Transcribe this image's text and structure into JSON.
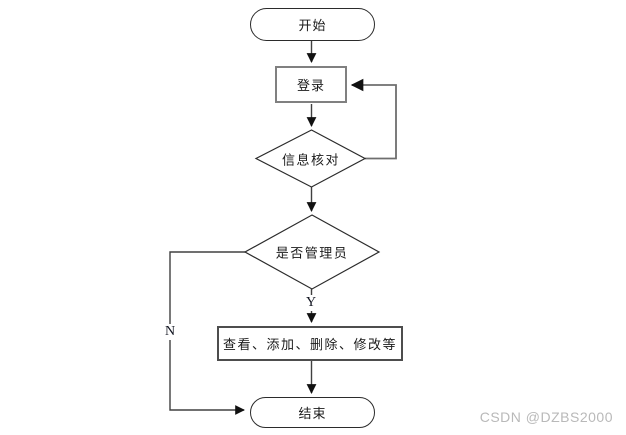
{
  "flowchart": {
    "nodes": {
      "start": {
        "label": "开始",
        "type": "terminator"
      },
      "login": {
        "label": "登录",
        "type": "process"
      },
      "verify": {
        "label": "信息核对",
        "type": "decision"
      },
      "is_admin": {
        "label": "是否管理员",
        "type": "decision"
      },
      "admin_actions": {
        "label": "查看、添加、删除、修改等",
        "type": "process"
      },
      "end": {
        "label": "结束",
        "type": "terminator"
      }
    },
    "branch_labels": {
      "yes": "Y",
      "no": "N"
    },
    "edges": [
      "start -> login",
      "login -> verify",
      "verify -> login (feedback loop)",
      "verify -> is_admin",
      "is_admin -Y-> admin_actions",
      "is_admin -N-> end",
      "admin_actions -> end"
    ]
  },
  "watermark": {
    "text": "CSDN @DZBS2000",
    "color": "#b9b9b9"
  },
  "colors": {
    "background": "#ffffff",
    "shape_outline": "#2b2b2b",
    "process_border_gray": "#808080",
    "connector": "#404040",
    "arrowhead": "#111111",
    "text": "#1a1a1a"
  }
}
